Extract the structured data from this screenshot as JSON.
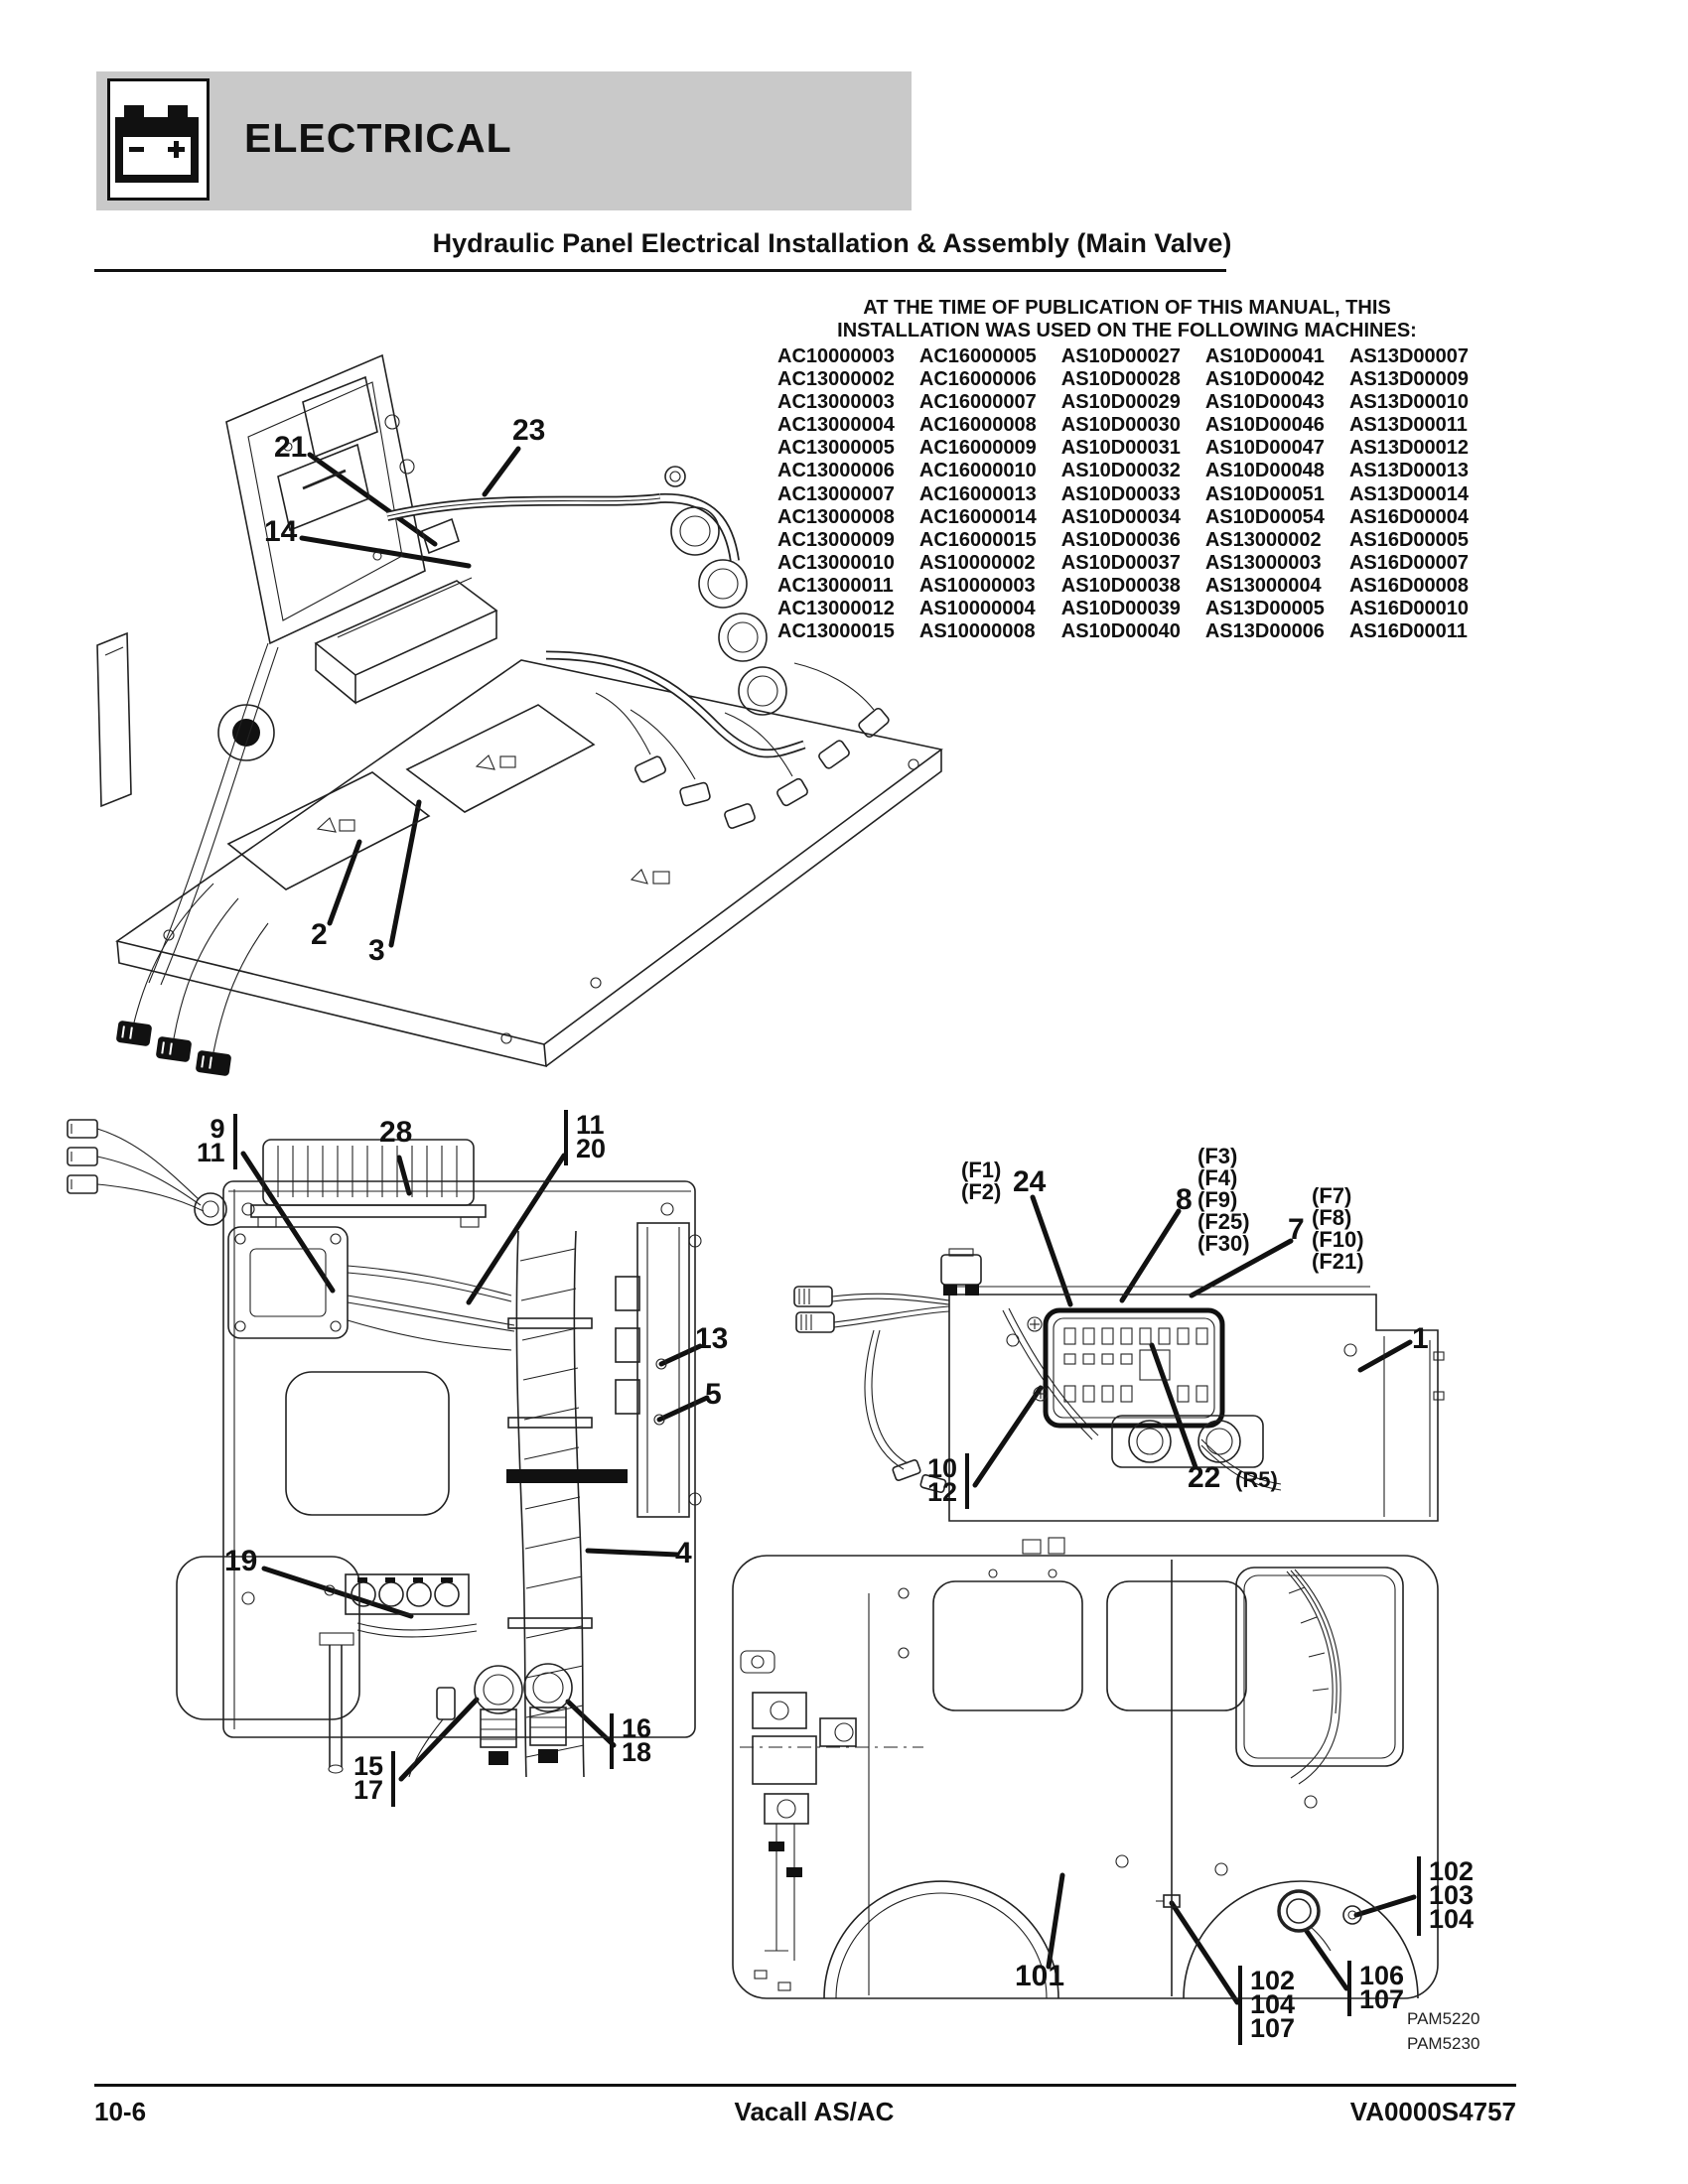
{
  "header": {
    "section_title": "ELECTRICAL",
    "icon": "battery-icon"
  },
  "page_title": "Hydraulic Panel Electrical Installation & Assembly (Main Valve)",
  "machines_note_line1": "AT THE TIME OF PUBLICATION OF THIS MANUAL, THIS",
  "machines_note_line2": "INSTALLATION WAS USED ON THE FOLLOWING MACHINES:",
  "machine_columns": [
    [
      "AC10000003",
      "AC13000002",
      "AC13000003",
      "AC13000004",
      "AC13000005",
      "AC13000006",
      "AC13000007",
      "AC13000008",
      "AC13000009",
      "AC13000010",
      "AC13000011",
      "AC13000012",
      "AC13000015"
    ],
    [
      "AC16000005",
      "AC16000006",
      "AC16000007",
      "AC16000008",
      "AC16000009",
      "AC16000010",
      "AC16000013",
      "AC16000014",
      "AC16000015",
      "AS10000002",
      "AS10000003",
      "AS10000004",
      "AS10000008"
    ],
    [
      "AS10D00027",
      "AS10D00028",
      "AS10D00029",
      "AS10D00030",
      "AS10D00031",
      "AS10D00032",
      "AS10D00033",
      "AS10D00034",
      "AS10D00036",
      "AS10D00037",
      "AS10D00038",
      "AS10D00039",
      "AS10D00040"
    ],
    [
      "AS10D00041",
      "AS10D00042",
      "AS10D00043",
      "AS10D00046",
      "AS10D00047",
      "AS10D00048",
      "AS10D00051",
      "AS10D00054",
      "AS13000002",
      "AS13000003",
      "AS13000004",
      "AS13D00005",
      "AS13D00006"
    ],
    [
      "AS13D00007",
      "AS13D00009",
      "AS13D00010",
      "AS13D00011",
      "AS13D00012",
      "AS13D00013",
      "AS13D00014",
      "AS16D00004",
      "AS16D00005",
      "AS16D00007",
      "AS16D00008",
      "AS16D00010",
      "AS16D00011"
    ]
  ],
  "callouts": {
    "main_assembly": {
      "n21": "21",
      "n23": "23",
      "n14": "14",
      "n2": "2",
      "n3": "3"
    },
    "panel_front": {
      "pair_9_11": [
        "9",
        "11"
      ],
      "n28": "28",
      "pair_11_20": [
        "11",
        "20"
      ],
      "n13": "13",
      "n5": "5",
      "n4": "4",
      "n19": "19",
      "pair_15_17": [
        "15",
        "17"
      ],
      "pair_16_18": [
        "16",
        "18"
      ]
    },
    "panel_top": {
      "fuse_left": [
        "(F1)",
        "(F2)"
      ],
      "n24": "24",
      "n8": "8",
      "fuse_mid": [
        "(F3)",
        "(F4)",
        "(F9)",
        "(F25)",
        "(F30)"
      ],
      "n7": "7",
      "fuse_right": [
        "(F7)",
        "(F8)",
        "(F10)",
        "(F21)"
      ],
      "n1": "1",
      "pair_10_12": [
        "10",
        "12"
      ],
      "n22": "22",
      "r5": "(R5)"
    },
    "installed_view": {
      "n101": "101",
      "stack_right": [
        "102",
        "103",
        "104"
      ],
      "stack_mid": [
        "102",
        "104",
        "107"
      ],
      "stack_gauge": [
        "106",
        "107"
      ],
      "photo_refs": [
        "PAM5220",
        "PAM5230"
      ]
    }
  },
  "footer": {
    "page_number": "10-6",
    "model": "Vacall AS/AC",
    "document_number": "VA0000S4757"
  }
}
